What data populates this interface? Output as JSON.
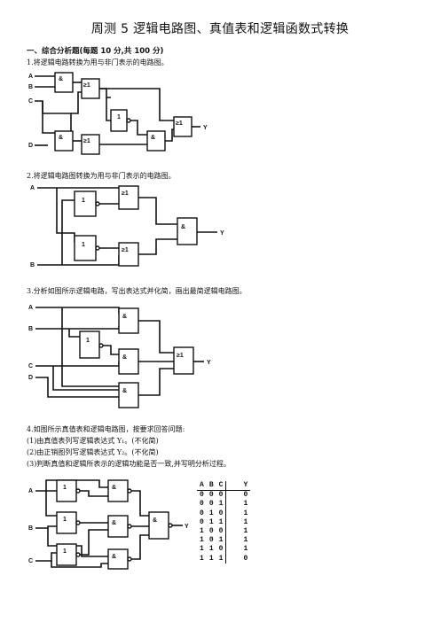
{
  "title": "周测 5 逻辑电路图、真值表和逻辑函数式转换",
  "section": "一、综合分析题(每题 10 分,共 100 分)",
  "questions": [
    {
      "text": "1.将逻辑电路转换为用与非门表示的电路图。"
    },
    {
      "text": "2.将逻辑电路图转换为用与非门表示的电路图。"
    },
    {
      "text": "3.分析如图所示逻辑电路，写出表达式并化简，画出最简逻辑电路图。"
    },
    {
      "text": "4.如图所示真值表和逻辑电路图，按要求回答问题:",
      "parts": [
        "(1)由真值表列写逻辑表达式 Y₁。(不化简)",
        "(2)由正销图列写逻辑表达式 Y₂。(不化简)",
        "(3)判断真值和逻辑所表示的逻辑功能是否一致,并写明分析过程。"
      ]
    }
  ],
  "circuits": {
    "c1": {
      "inputs": [
        "A",
        "B",
        "C",
        "D"
      ],
      "output": "Y"
    },
    "c2": {
      "inputs": [
        "A",
        "B"
      ],
      "output": "Y"
    },
    "c3": {
      "inputs": [
        "A",
        "B",
        "C",
        "D"
      ],
      "output": "Y"
    },
    "c4": {
      "inputs": [
        "A",
        "B",
        "C"
      ],
      "output": "Y"
    }
  },
  "gate_symbols": {
    "and": "&",
    "or": "≥1",
    "not": "1"
  },
  "truth_table": {
    "headers": [
      "A",
      "B",
      "C",
      "Y"
    ],
    "rows": [
      [
        "0",
        "0",
        "0",
        "0"
      ],
      [
        "0",
        "0",
        "1",
        "1"
      ],
      [
        "0",
        "1",
        "0",
        "1"
      ],
      [
        "0",
        "1",
        "1",
        "1"
      ],
      [
        "1",
        "0",
        "0",
        "1"
      ],
      [
        "1",
        "0",
        "1",
        "1"
      ],
      [
        "1",
        "1",
        "0",
        "1"
      ],
      [
        "1",
        "1",
        "1",
        "0"
      ]
    ]
  }
}
